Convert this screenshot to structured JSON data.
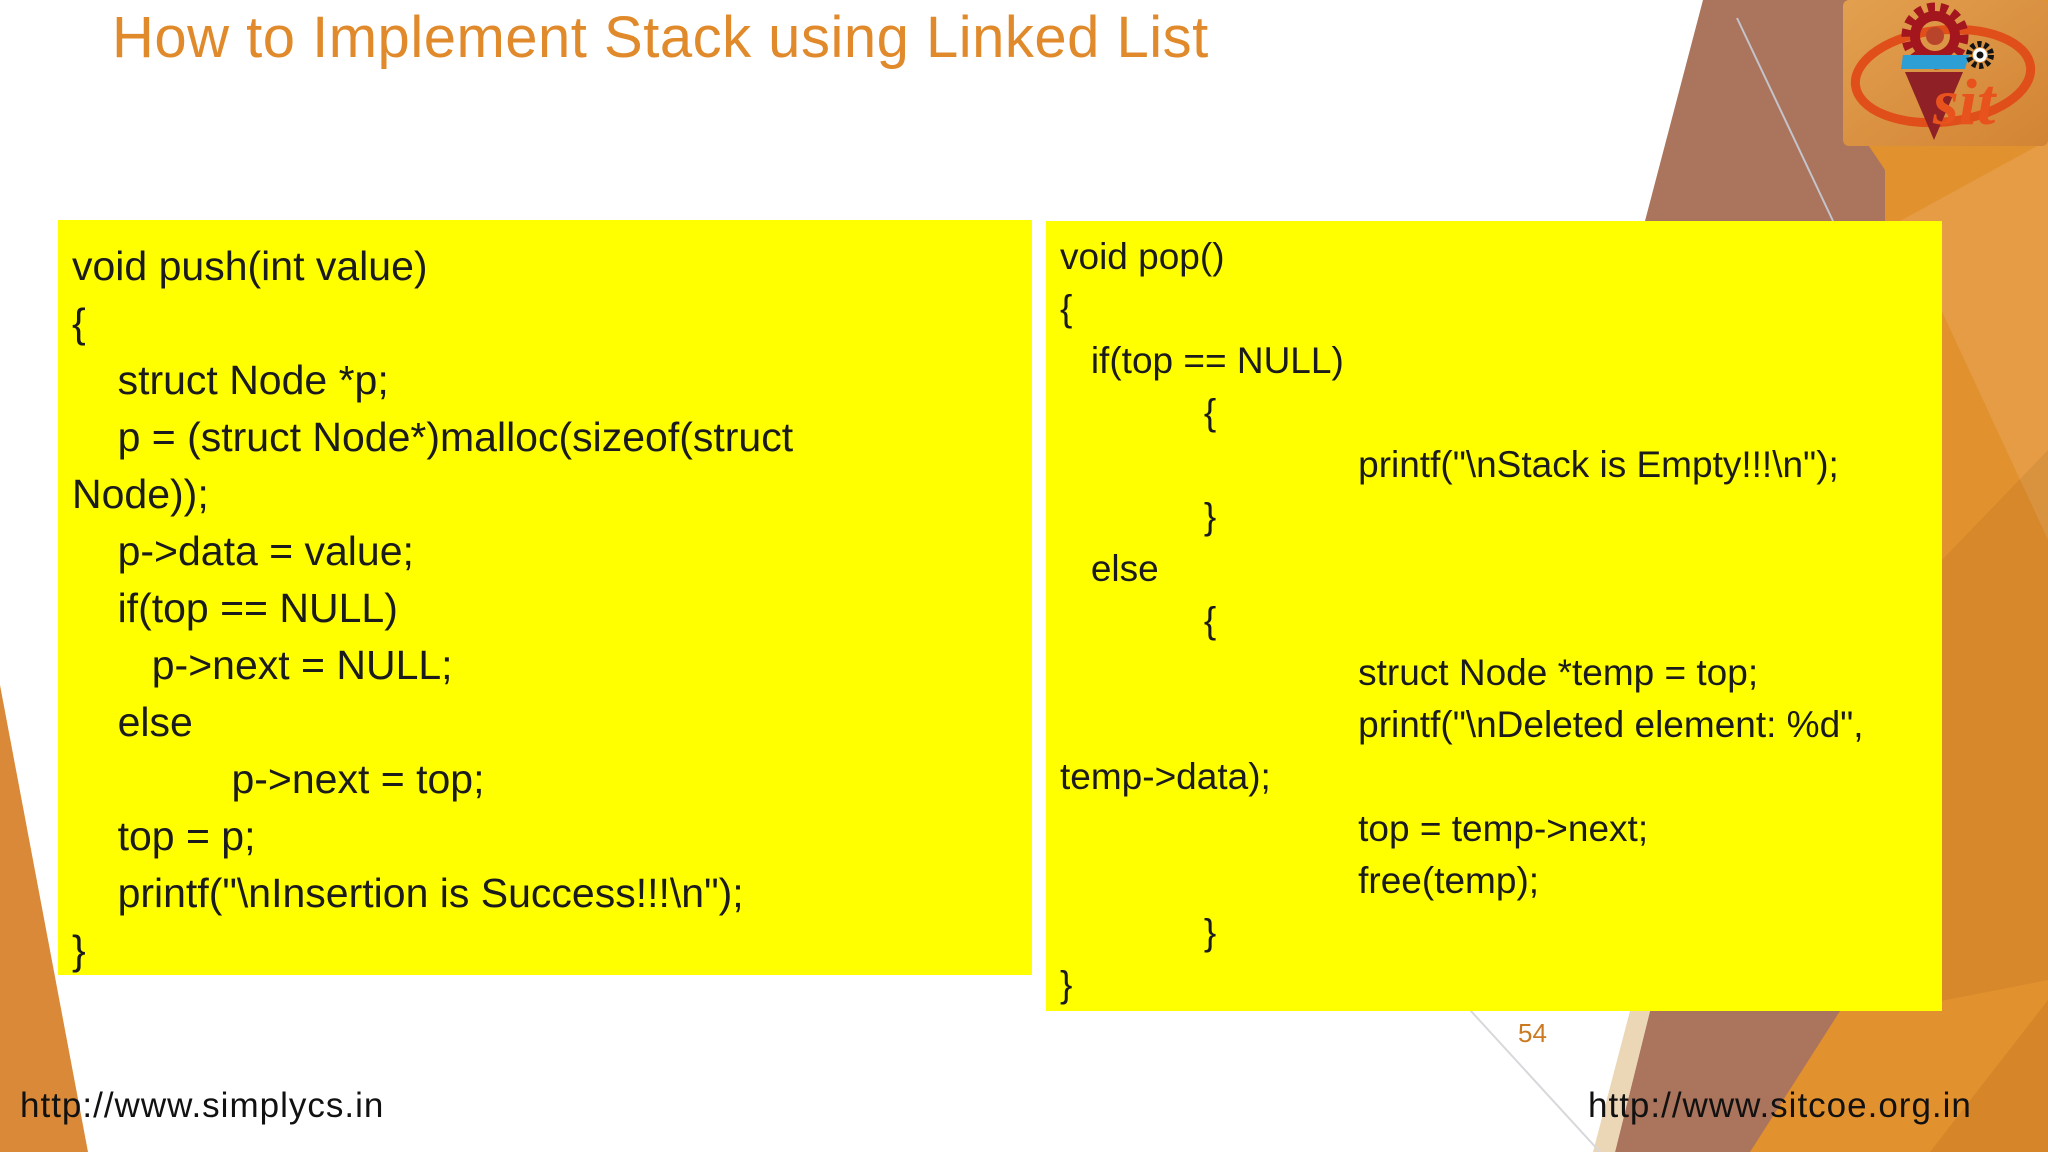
{
  "slide": {
    "title": "How to Implement Stack using Linked List",
    "page_number": "54",
    "footer_left_url": "http://www.simplycs.in",
    "footer_right_url": "http://www.sitcoe.org.in"
  },
  "logo": {
    "text": "sit"
  },
  "code": {
    "push": {
      "lines": [
        "void push(int value)",
        "{",
        "    struct Node *p;",
        "    p = (struct Node*)malloc(sizeof(struct",
        "Node));",
        "    p->data = value;",
        "    if(top == NULL)",
        "       p->next = NULL;",
        "    else",
        "              p->next = top;",
        "    top = p;",
        "    printf(\"\\nInsertion is Success!!!\\n\");",
        "}"
      ]
    },
    "pop": {
      "lines": [
        "void pop()",
        "{",
        "   if(top == NULL)",
        "              {",
        "                             printf(\"\\nStack is Empty!!!\\n\");",
        "              }",
        "   else",
        "              {",
        "                             struct Node *temp = top;",
        "                             printf(\"\\nDeleted element: %d\",",
        "temp->data);",
        "                             top = temp->next;",
        "                             free(temp);",
        "              }",
        "}"
      ]
    }
  },
  "colors": {
    "title_orange": "#E08A2B",
    "code_background_yellow": "#FFFF00",
    "code_text": "#1B1B1B",
    "right_band_orange": "#E2912F",
    "band_brown": "#AB745C",
    "cream_wedge": "#EBD6B5",
    "left_wedge_orange": "#D98937",
    "logo_gear_red": "#A3161E",
    "logo_triangle_maroon": "#8E2026",
    "logo_band_blue": "#2E9FD4",
    "logo_text_orange": "#E8531D",
    "footer_text": "#111111",
    "page_number_orange": "#CC7A22"
  }
}
